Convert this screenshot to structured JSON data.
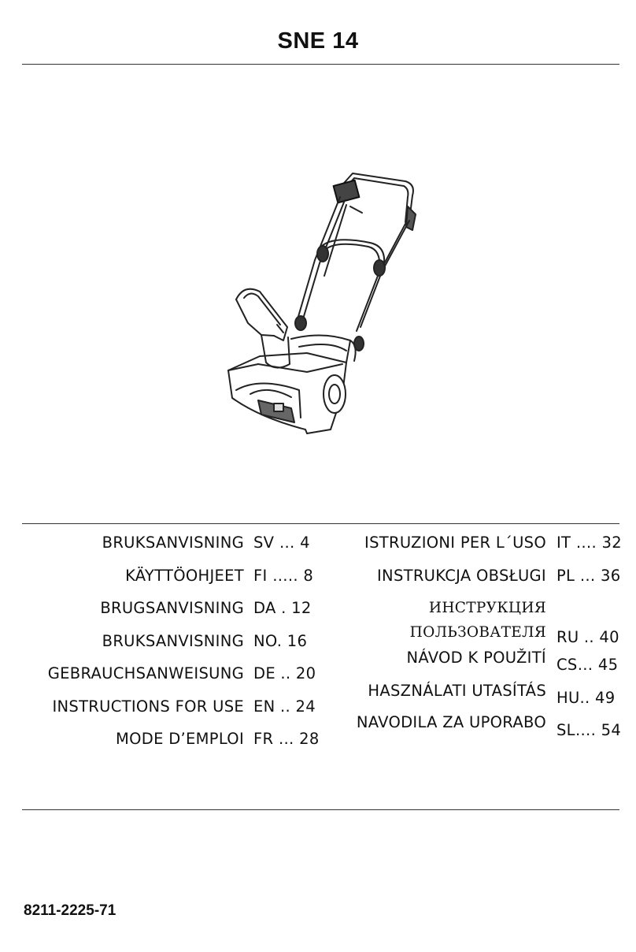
{
  "model": "SNE 14",
  "illustration_label": "snow-thrower-drawing",
  "languages_left": [
    {
      "title": "BRUKSANVISNING",
      "code": "SV … 4"
    },
    {
      "title": "KÄYTTÖOHJEET",
      "code": "FI ….. 8"
    },
    {
      "title": "BRUGSANVISNING",
      "code": "DA . 12"
    },
    {
      "title": "BRUKSANVISNING",
      "code": "NO. 16"
    },
    {
      "title": "GEBRAUCHSANWEISUNG",
      "code": "DE .. 20"
    },
    {
      "title": "INSTRUCTIONS FOR USE",
      "code": "EN .. 24"
    },
    {
      "title": "MODE D’EMPLOI",
      "code": "FR … 28"
    }
  ],
  "languages_right": [
    {
      "title": "ISTRUZIONI PER L´USO",
      "code": "IT …. 32"
    },
    {
      "title": "INSTRUKCJA OBSŁUGI",
      "code": "PL … 36"
    },
    {
      "title_line1": "ИНСТРУКЦИЯ",
      "title": "ПОЛЬЗОВАТЕЛЯ",
      "code": "RU .. 40"
    },
    {
      "title": "NÁVOD K POUŽITÍ",
      "code": "CS… 45"
    },
    {
      "title": "HASZNÁLATI UTASÍTÁS",
      "code": "HU.. 49"
    },
    {
      "title": "NAVODILA ZA UPORABO",
      "code": "SL…. 54"
    }
  ],
  "part_number": "8211-2225-71"
}
